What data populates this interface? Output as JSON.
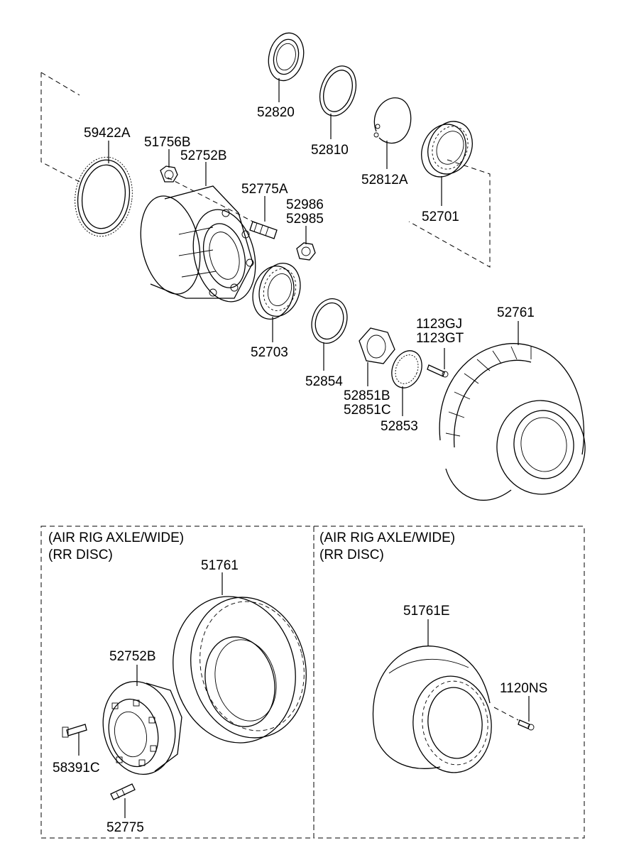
{
  "parts": {
    "p59422A": "59422A",
    "p51756B": "51756B",
    "p52752B": "52752B",
    "p52775A": "52775A",
    "p52986": "52986",
    "p52985": "52985",
    "p52820": "52820",
    "p52810": "52810",
    "p52812A": "52812A",
    "p52701": "52701",
    "p52703": "52703",
    "p52854": "52854",
    "p52851B": "52851B",
    "p52851C": "52851C",
    "p52853": "52853",
    "p1123GJ": "1123GJ",
    "p1123GT": "1123GT",
    "p52761": "52761"
  },
  "left_panel": {
    "title_line1": "(AIR RIG AXLE/WIDE)",
    "title_line2": "(RR DISC)",
    "p51761": "51761",
    "p52752B": "52752B",
    "p58391C": "58391C",
    "p52775": "52775"
  },
  "right_panel": {
    "title_line1": "(AIR RIG AXLE/WIDE)",
    "title_line2": "(RR DISC)",
    "p51761E": "51761E",
    "p1120NS": "1120NS"
  }
}
